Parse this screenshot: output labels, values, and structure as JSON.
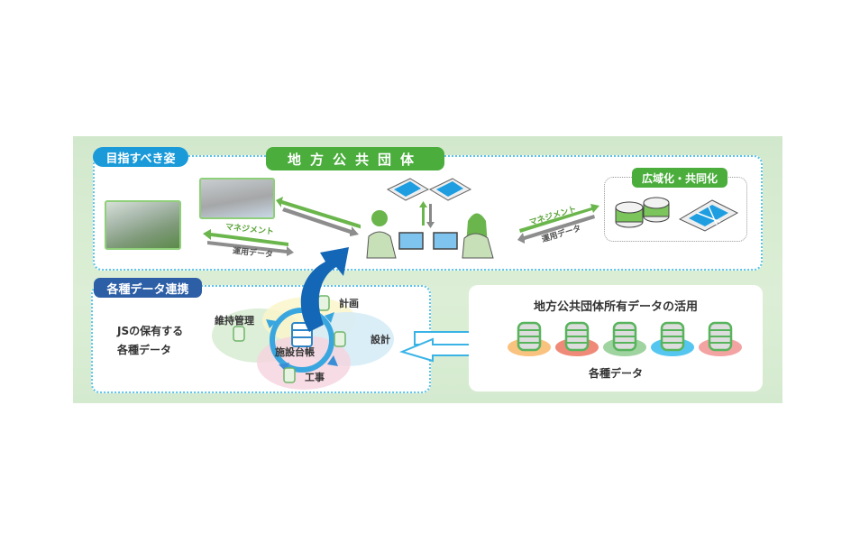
{
  "top_section": {
    "label": "目指すべき姿",
    "center_title": "地方公共団体",
    "left_arrows": {
      "upper_label": "マネジメント",
      "lower_label": "運用データ"
    },
    "right_arrows": {
      "upper_label": "マネジメント",
      "lower_label": "運用データ"
    },
    "regional_badge": "広域化・共同化"
  },
  "bottom_left": {
    "label": "各種データ連携",
    "description_line1": "JSの保有する",
    "description_line2": "各種データ",
    "cycle": {
      "center": "施設台帳",
      "nodes": [
        "計画",
        "設計",
        "工事",
        "維持管理"
      ]
    }
  },
  "bottom_right": {
    "title": "地方公共団体所有データの活用",
    "caption": "各種データ",
    "data_discs": [
      "#f9c27e",
      "#ef8a78",
      "#9fd39f",
      "#55c6ef",
      "#f4a3a3"
    ]
  },
  "colors": {
    "accent_green": "#4aad3c",
    "accent_blue": "#1a9ad8",
    "accent_navy": "#2d5fa6",
    "panel_bg": "#d4eacf",
    "dotted_border": "#5cc3e8"
  }
}
